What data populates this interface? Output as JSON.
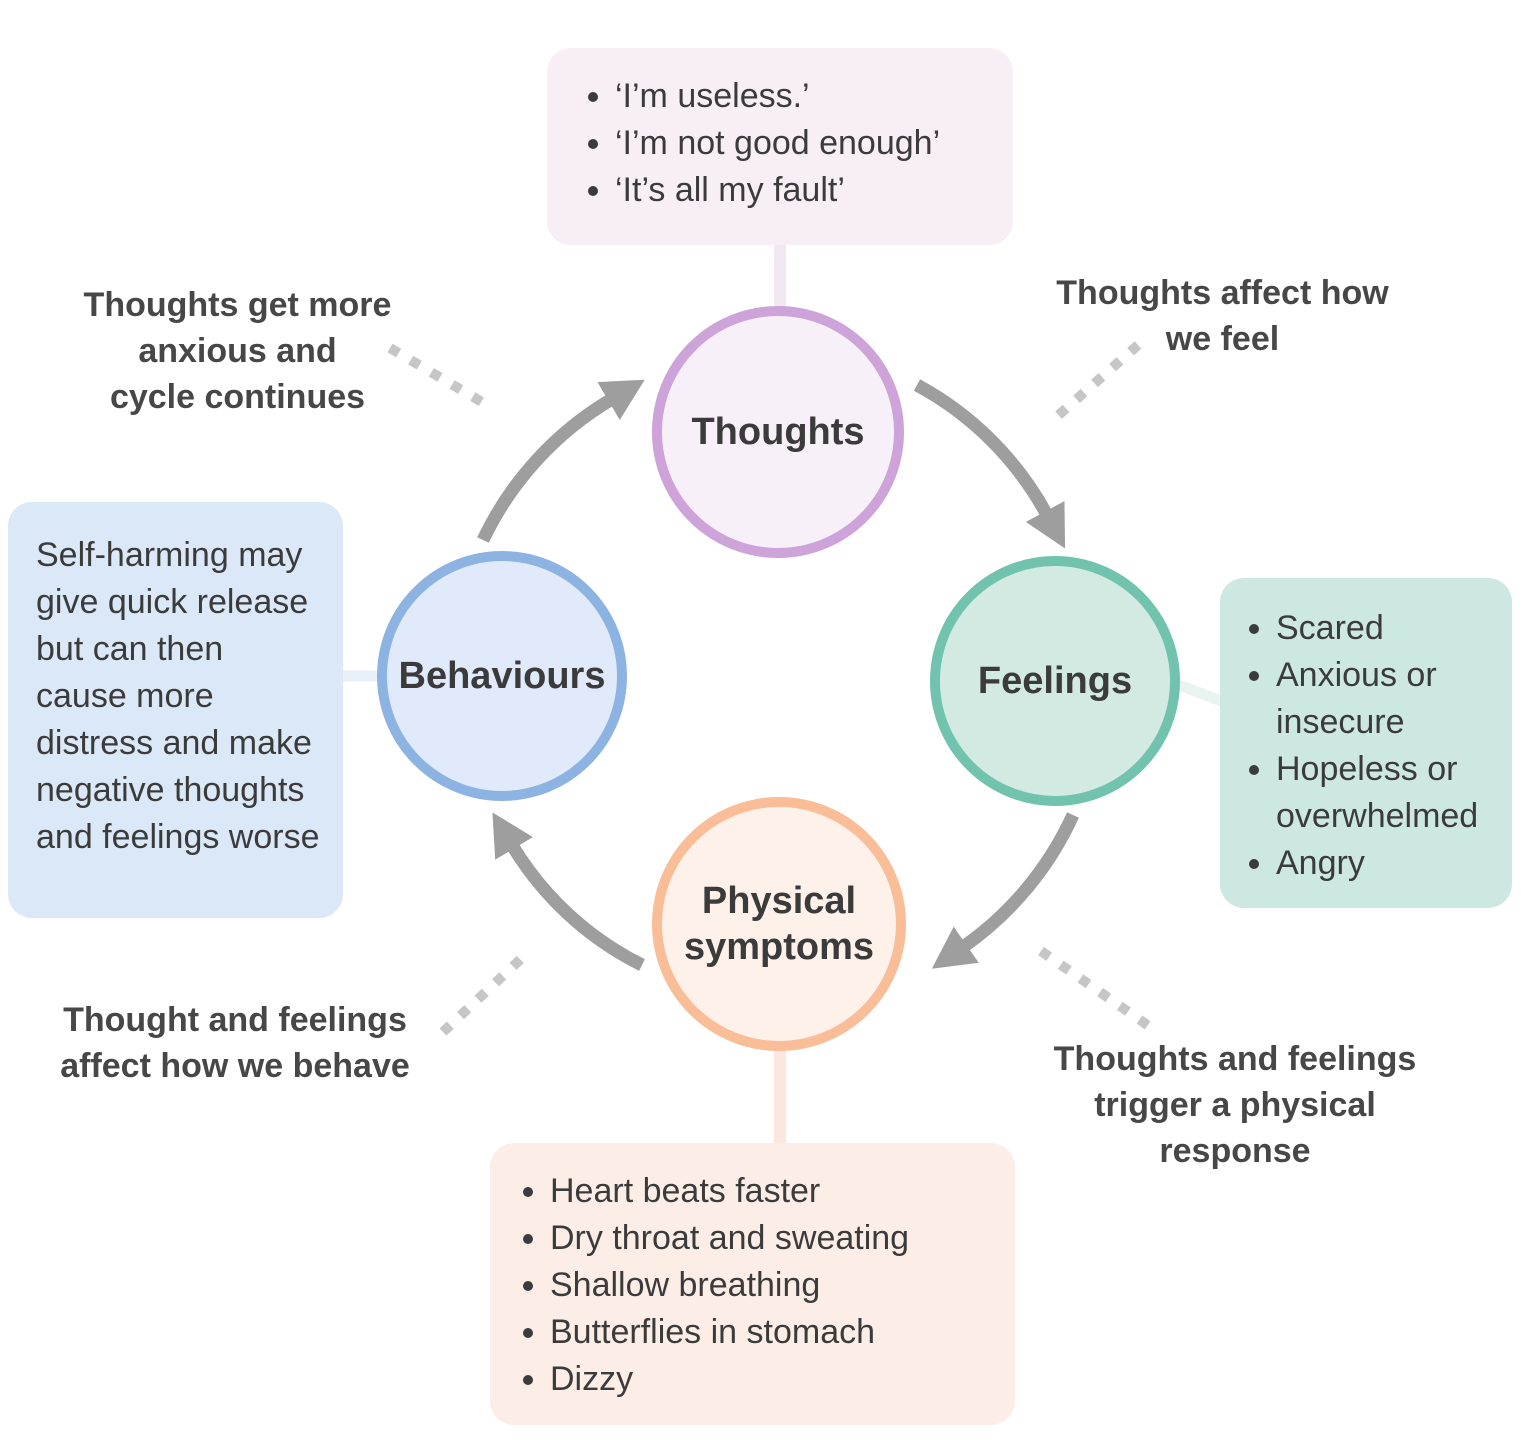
{
  "colors": {
    "text": "#3b3b3b",
    "annotation_text": "#474747",
    "arrow": "#9e9e9e",
    "dotted": "#c6c6c6",
    "thoughts_fill": "#f8f0f8",
    "thoughts_border": "#cda3da",
    "thoughts_box_fill": "#f7eef6",
    "feelings_fill": "#d3eae3",
    "feelings_border": "#72c3ae",
    "feelings_box_fill": "#cde8e0",
    "behaviours_fill": "#e0eafa",
    "behaviours_border": "#8db3e2",
    "behaviours_box_fill": "#dbe8f7",
    "physical_fill": "#fdf1ea",
    "physical_border": "#f9bd97",
    "physical_box_fill": "#fceee7",
    "connector_thoughts": "#f2e8f1",
    "connector_feelings": "#e9f3ef",
    "connector_behaviours": "#e8f0fa",
    "connector_physical": "#fbe7de"
  },
  "nodes": {
    "thoughts": {
      "label": "Thoughts"
    },
    "feelings": {
      "label": "Feelings"
    },
    "physical": {
      "label": "Physical symptoms"
    },
    "behaviours": {
      "label": "Behaviours"
    }
  },
  "callouts": {
    "thoughts": {
      "items": [
        "‘I’m useless.’",
        "‘I’m not good enough’",
        "‘It’s all my fault’"
      ]
    },
    "feelings": {
      "items": [
        "Scared",
        "Anxious or insecure",
        "Hopeless or overwhelmed",
        "Angry"
      ]
    },
    "physical": {
      "items": [
        "Heart beats faster",
        "Dry throat and sweating",
        "Shallow breathing",
        "Butterflies in stomach",
        "Dizzy"
      ]
    },
    "behaviours": {
      "text": "Self-harming may give quick release but can then cause more distress and make negative thoughts and feelings worse"
    }
  },
  "annotations": {
    "thoughts_to_feelings": {
      "lines": [
        "Thoughts affect how",
        "we feel"
      ]
    },
    "feelings_to_physical": {
      "lines": [
        "Thoughts and feelings",
        "trigger a physical",
        "response"
      ]
    },
    "physical_to_behaviours": {
      "lines": [
        "Thought and feelings",
        "affect how we behave"
      ]
    },
    "behaviours_to_thoughts": {
      "lines": [
        "Thoughts get more",
        "anxious and",
        "cycle continues"
      ]
    }
  }
}
